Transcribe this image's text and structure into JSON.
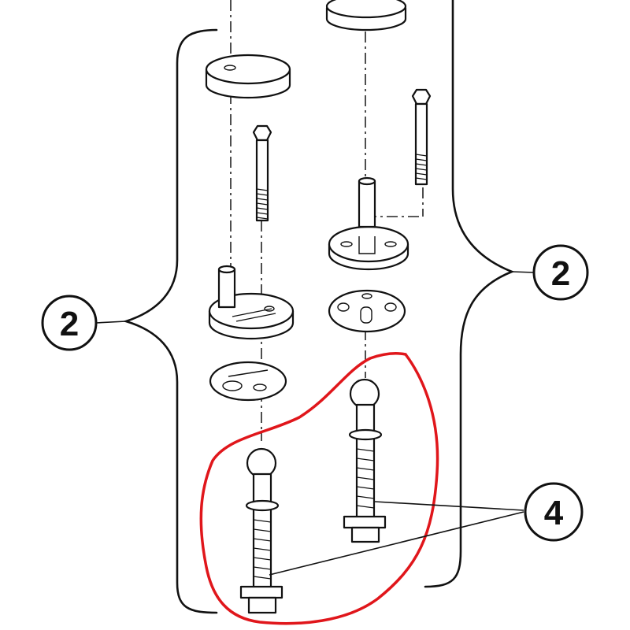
{
  "callouts": {
    "left": "2",
    "right": "2",
    "bottom": "4"
  },
  "colors": {
    "line": "#111111",
    "highlight": "#e0161b",
    "background": "#ffffff"
  }
}
